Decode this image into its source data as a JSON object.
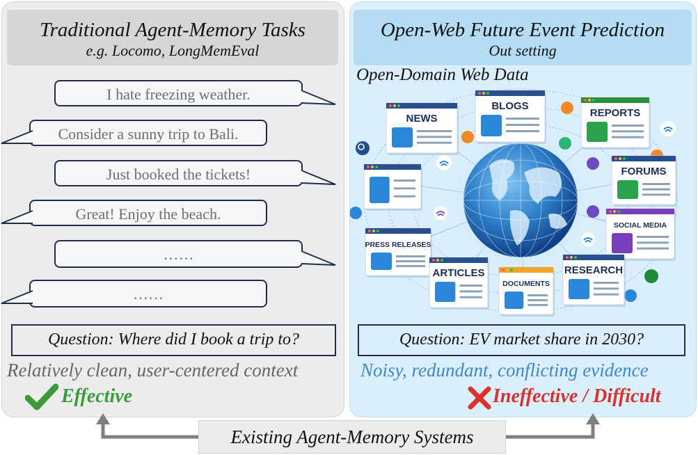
{
  "left": {
    "title": "Traditional Agent-Memory Tasks",
    "subtitle": "e.g. Locomo, LongMemEval",
    "messages": [
      "I hate freezing weather.",
      "Consider a sunny trip to Bali.",
      "Just booked the tickets!",
      "Great! Enjoy the beach.",
      "……",
      "……"
    ],
    "question": "Question: Where did I book a trip to?",
    "description": "Relatively clean, user-centered context",
    "verdict": "Effective",
    "verdict_color": "#3a9a3a"
  },
  "right": {
    "title": "Open-Web Future Event Prediction",
    "subtitle": "Out setting",
    "web_data_title": "Open-Domain Web Data",
    "sources": [
      "NEWS",
      "BLOGS",
      "REPORTS",
      "FORUMS",
      "SOCIAL MEDIA",
      "PRESS RELEASES",
      "ARTICLES",
      "DOCUMENTS",
      "RESEARCH"
    ],
    "question": "Question: EV market share in 2030?",
    "description": "Noisy, redundant, conflicting evidence",
    "description_color": "#3f86c6",
    "verdict": "Ineffective / Difficult",
    "verdict_color": "#d9312b"
  },
  "bottom_label": "Existing Agent-Memory Systems",
  "icons": {
    "check": "check-icon",
    "cross": "cross-icon",
    "globe": "globe-icon"
  }
}
